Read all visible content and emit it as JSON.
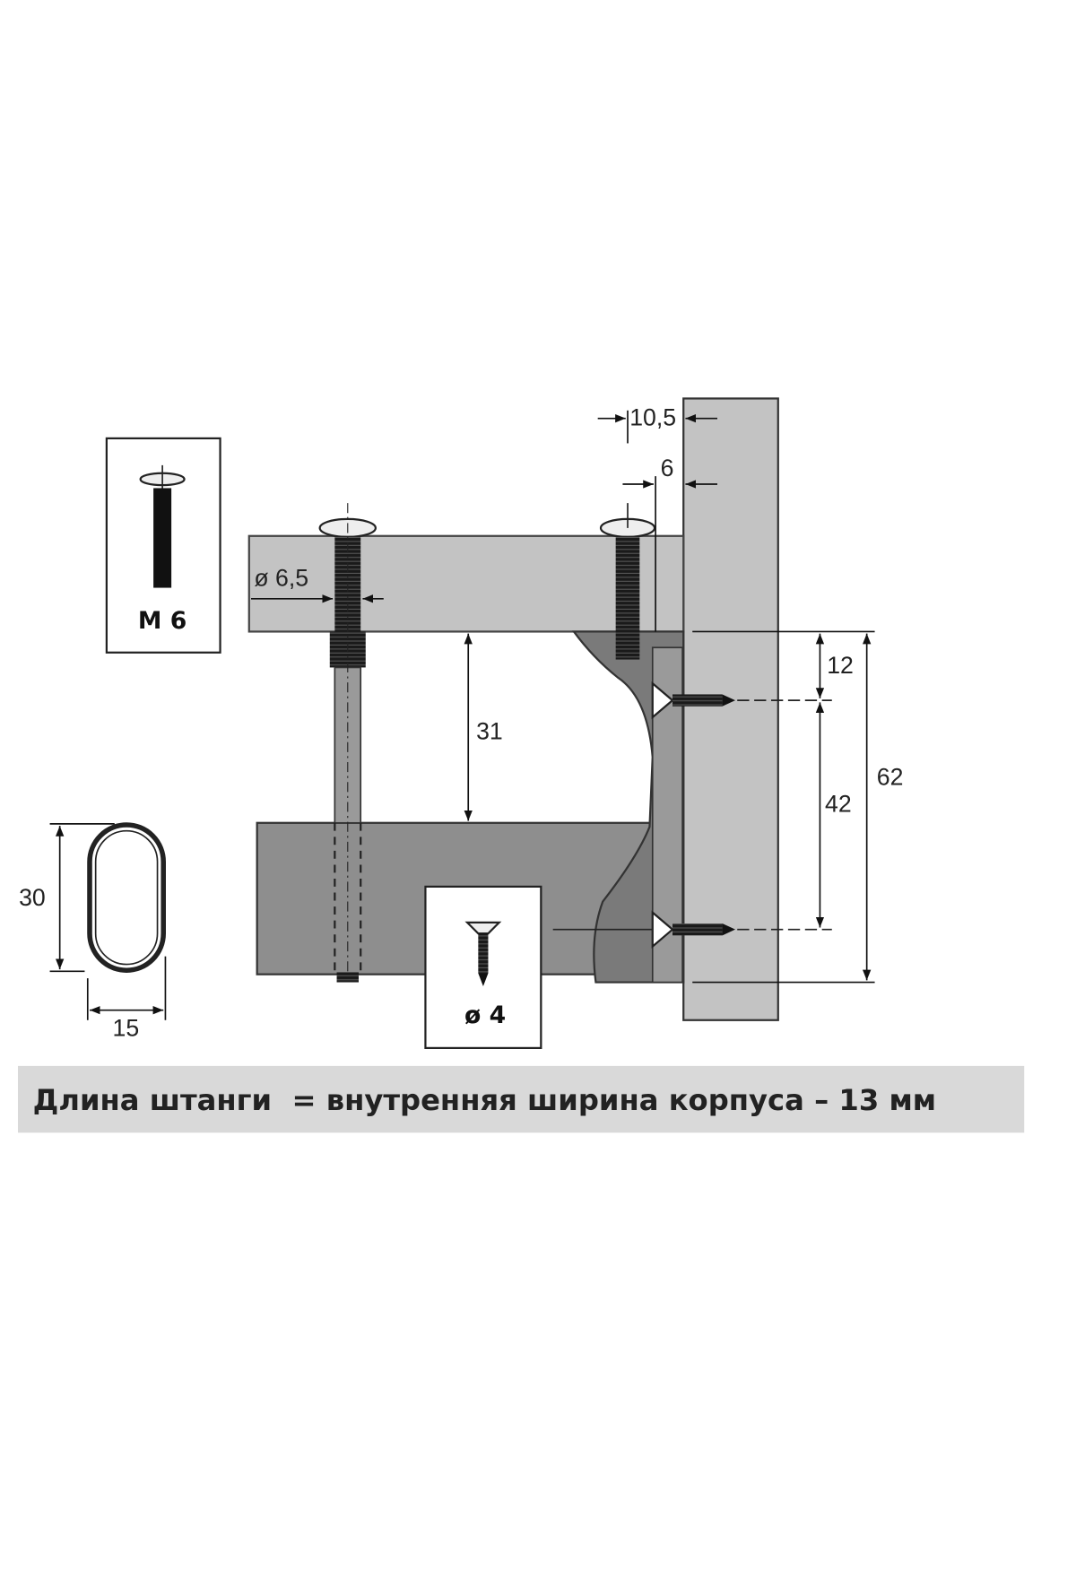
{
  "labels": {
    "screw_m6": "M 6",
    "screw_d4": "ø 4",
    "dim_10_5": "10,5",
    "dim_6": "6",
    "dim_d6_5": "ø 6,5",
    "dim_31": "31",
    "dim_12": "12",
    "dim_42": "42",
    "dim_62": "62",
    "dim_30": "30",
    "dim_15": "15"
  },
  "caption": "Длина штанги  = внутренняя ширина корпуса – 13 мм",
  "colors": {
    "panel_light": "#c3c3c3",
    "panel_dark": "#8e8e8e",
    "bracket": "#7a7a7a",
    "caption_bg": "#d9d9d9"
  }
}
